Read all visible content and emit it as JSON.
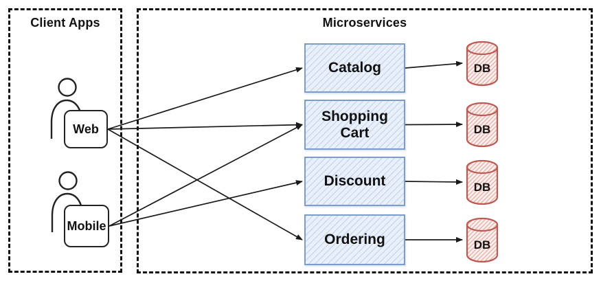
{
  "diagram": {
    "groups": {
      "client_apps": {
        "title": "Client Apps"
      },
      "microservices": {
        "title": "Microservices"
      }
    },
    "clients": [
      {
        "id": "web",
        "label": "Web"
      },
      {
        "id": "mobile",
        "label": "Mobile"
      }
    ],
    "services": [
      {
        "id": "catalog",
        "label": "Catalog"
      },
      {
        "id": "shopping-cart",
        "label": "Shopping Cart"
      },
      {
        "id": "discount",
        "label": "Discount"
      },
      {
        "id": "ordering",
        "label": "Ordering"
      }
    ],
    "databases": [
      {
        "id": "db-catalog",
        "label": "DB"
      },
      {
        "id": "db-shopping-cart",
        "label": "DB"
      },
      {
        "id": "db-discount",
        "label": "DB"
      },
      {
        "id": "db-ordering",
        "label": "DB"
      }
    ],
    "connections": [
      {
        "from": "web",
        "to": "catalog"
      },
      {
        "from": "web",
        "to": "shopping-cart"
      },
      {
        "from": "web",
        "to": "ordering"
      },
      {
        "from": "mobile",
        "to": "shopping-cart"
      },
      {
        "from": "mobile",
        "to": "discount"
      },
      {
        "from": "catalog",
        "to": "db-catalog"
      },
      {
        "from": "shopping-cart",
        "to": "db-shopping-cart"
      },
      {
        "from": "discount",
        "to": "db-discount"
      },
      {
        "from": "ordering",
        "to": "db-ordering"
      }
    ],
    "colors": {
      "canvas_bg": "#ffffff",
      "group_border": "#111111",
      "text": "#111111",
      "service_fill": "#e9f0fa",
      "service_hatch": "#c9d8ee",
      "service_border": "#7c9cc9",
      "db_fill": "#fdf0ee",
      "db_hatch": "#e5aca4",
      "db_border": "#bb5a52",
      "connector": "#1a1a1a"
    }
  }
}
